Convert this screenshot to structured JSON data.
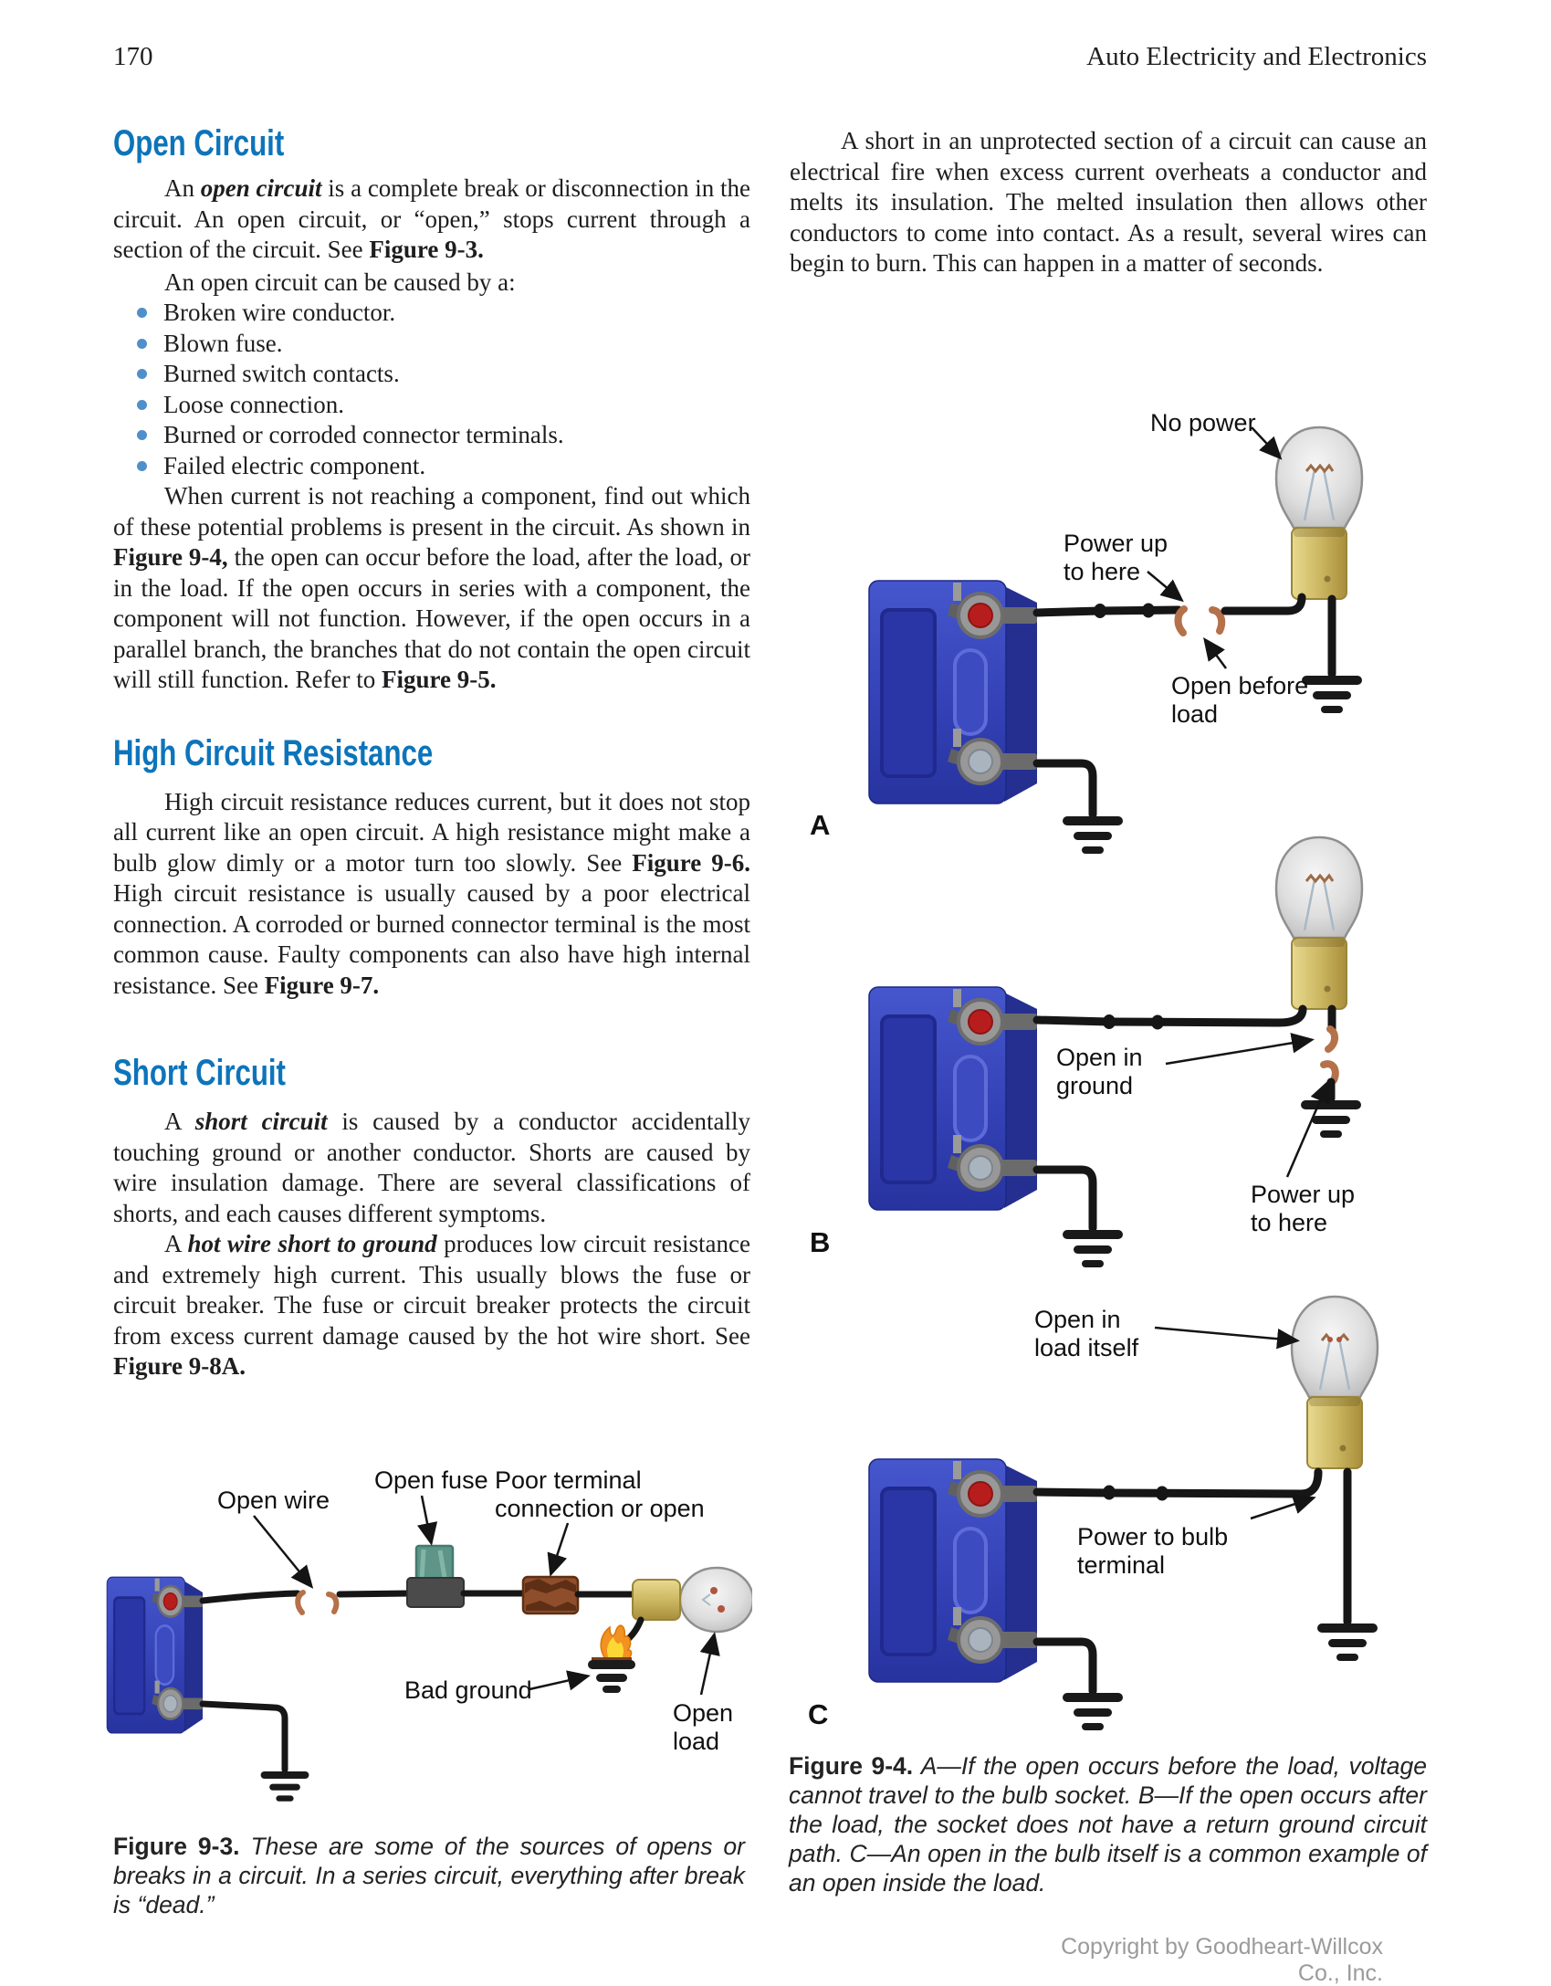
{
  "page": {
    "number": "170",
    "book_title": "Auto Electricity and Electronics",
    "copyright": "Copyright by Goodheart-Willcox Co., Inc."
  },
  "colors": {
    "heading_blue": "#0d74ba",
    "bullet_blue": "#4f8fca",
    "battery_blue": "#3a48c0",
    "terminal_red": "#b81d1d",
    "socket_gold": "#cdb863",
    "copper": "#b5714a",
    "fuse_green": "#5f9589",
    "corroded_brown": "#8f4e2b",
    "copyright_gray": "#9b9b9b"
  },
  "left_column": {
    "heading_open_circuit": "Open Circuit",
    "p_open_1": [
      {
        "t": "An "
      },
      {
        "t": "open circuit",
        "s": "bi"
      },
      {
        "t": " is a complete break or disconnection in the circuit. An open circuit, or “open,” stops current through a section of the circuit. See "
      },
      {
        "t": "Figure 9-3.",
        "s": "b"
      }
    ],
    "p_open_causes_intro": "An open circuit can be caused by a:",
    "bullets": [
      "Broken wire conductor.",
      "Blown fuse.",
      "Burned switch contacts.",
      "Loose connection.",
      "Burned or corroded connector terminals.",
      "Failed electric component."
    ],
    "p_open_2": [
      {
        "t": "When current is not reaching a component, find out which of these potential problems is present in the circuit. As shown in "
      },
      {
        "t": "Figure 9-4,",
        "s": "b"
      },
      {
        "t": " the open can occur before the load, after the load, or in the load. If the open occurs in series with a component, the component will not function. However, if the open occurs in a parallel branch, the branches that do not contain the open circuit will still function. Refer to "
      },
      {
        "t": "Figure 9-5.",
        "s": "b"
      }
    ],
    "heading_high_resistance": "High Circuit Resistance",
    "p_high": [
      {
        "t": "High circuit resistance reduces current, but it does not stop all current like an open circuit. A high resistance might make a bulb glow dimly or a motor turn too slowly. See "
      },
      {
        "t": "Figure 9-6.",
        "s": "b"
      },
      {
        "t": " High circuit resistance is usually caused by a poor electrical connection. A corroded or burned connector terminal is the most common cause. Faulty components can also have high internal resistance. See "
      },
      {
        "t": "Figure 9-7.",
        "s": "b"
      }
    ],
    "heading_short_circuit": "Short Circuit",
    "p_short_1": [
      {
        "t": "A "
      },
      {
        "t": "short circuit",
        "s": "bi"
      },
      {
        "t": " is caused by a conductor accidentally touching ground or another conductor. Shorts are caused by wire insulation damage. There are several classifications of shorts, and each causes different symptoms."
      }
    ],
    "p_short_2": [
      {
        "t": "A "
      },
      {
        "t": "hot wire short to ground",
        "s": "bi"
      },
      {
        "t": " produces low circuit resistance and extremely high current. This usually blows the fuse or circuit breaker. The fuse or circuit breaker protects the circuit from excess current damage caused by the hot wire short. See "
      },
      {
        "t": "Figure 9-8A.",
        "s": "b"
      }
    ]
  },
  "right_column": {
    "p_short_intro": [
      {
        "t": "A short in an unprotected section of a circuit can cause an electrical fire when excess current overheats a conductor and melts its insulation. The melted insulation then allows other conductors to come into contact. As a result, several wires can begin to burn. This can happen in a matter of seconds."
      }
    ]
  },
  "figure_9_3": {
    "labels": {
      "open_wire": "Open wire",
      "open_fuse": "Open fuse",
      "poor_terminal": "Poor terminal\nconnection or open",
      "bad_ground": "Bad ground",
      "open_load": "Open\nload"
    },
    "caption": [
      {
        "t": "Figure 9-3.",
        "s": "b"
      },
      {
        "t": " These are some of the sources of opens or breaks in a circuit. In a series circuit, everything after break is “dead.”",
        "s": "i"
      }
    ]
  },
  "figure_9_4": {
    "panel_a": {
      "marker": "A",
      "labels": {
        "no_power": "No power",
        "power_up": "Power up\nto here",
        "open_before_load": "Open before\nload"
      }
    },
    "panel_b": {
      "marker": "B",
      "labels": {
        "open_in_ground": "Open in\nground",
        "power_up": "Power up\nto here"
      }
    },
    "panel_c": {
      "marker": "C",
      "labels": {
        "open_in_load": "Open in\nload itself",
        "power_to_bulb": "Power to bulb\nterminal"
      }
    },
    "caption": [
      {
        "t": "Figure 9-4.",
        "s": "b"
      },
      {
        "t": " A—If the open occurs before the load, voltage cannot travel to the bulb socket. B—If the open occurs after the load, the socket does not have a return ground circuit path. C—An open in the bulb itself is a common example of an open inside the load.",
        "s": "i"
      }
    ]
  }
}
